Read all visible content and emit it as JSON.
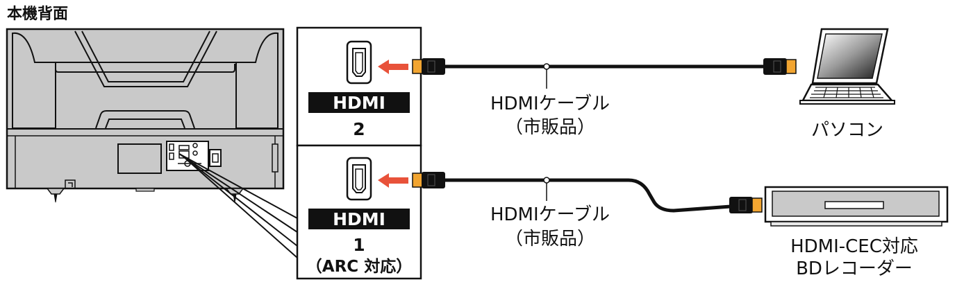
{
  "title": "本機背面",
  "colors": {
    "arrow": "#e8523a",
    "plug_gold": "#f2a531",
    "cable": "#111111",
    "panel_gray": "#c9c9c9"
  },
  "ports": [
    {
      "badge": "HDMI",
      "number": "2",
      "note": ""
    },
    {
      "badge": "HDMI",
      "number": "1",
      "note": "（ARC 対応）"
    }
  ],
  "cables": [
    {
      "line1": "HDMIケーブル",
      "line2": "（市販品）"
    },
    {
      "line1": "HDMIケーブル",
      "line2": "（市販品）"
    }
  ],
  "devices": {
    "pc": "パソコン",
    "bd_line1": "HDMI-CEC対応",
    "bd_line2": "BDレコーダー"
  },
  "icons": [
    "tv-back-panel",
    "hdmi-port-icon",
    "arrow-left-icon",
    "hdmi-plug-icon",
    "laptop-icon",
    "bd-recorder-icon"
  ]
}
